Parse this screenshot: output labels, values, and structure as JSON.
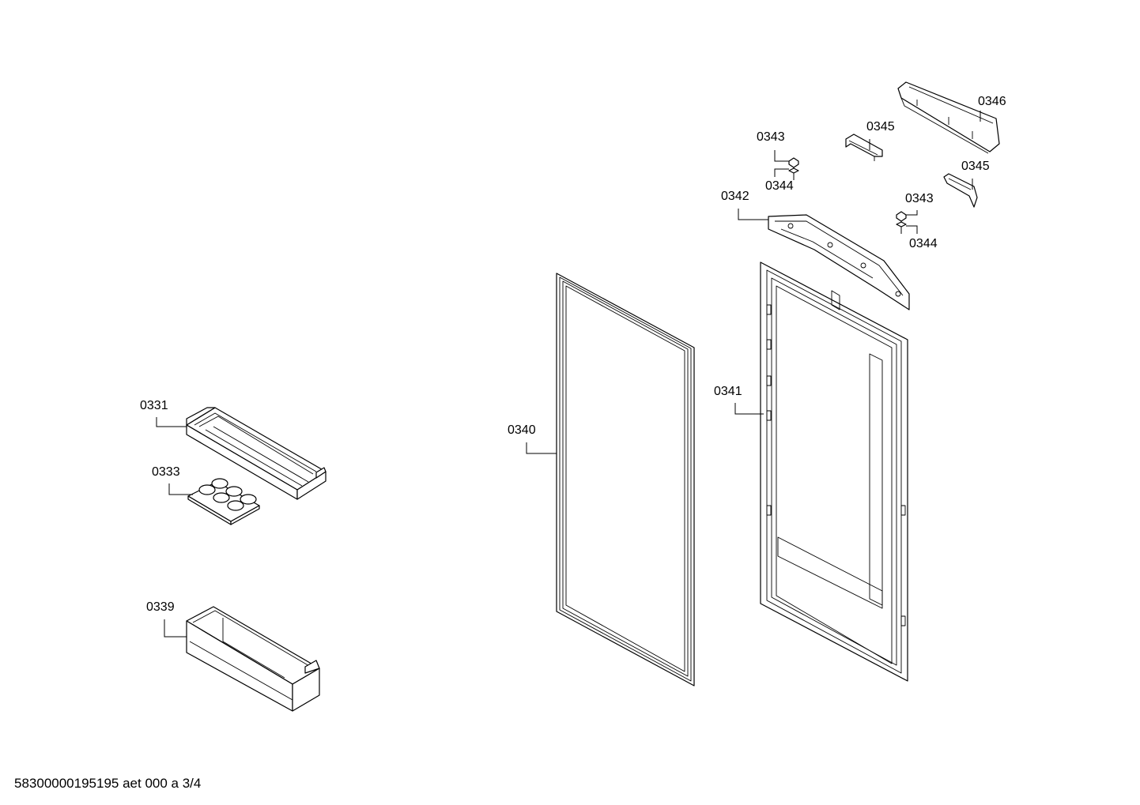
{
  "labels": {
    "p0331": "0331",
    "p0333": "0333",
    "p0339": "0339",
    "p0340": "0340",
    "p0341": "0341",
    "p0342": "0342",
    "p0343a": "0343",
    "p0343b": "0343",
    "p0344a": "0344",
    "p0344b": "0344",
    "p0345a": "0345",
    "p0345b": "0345",
    "p0346": "0346"
  },
  "footer": "58300000195195 aet 000 a 3/4"
}
